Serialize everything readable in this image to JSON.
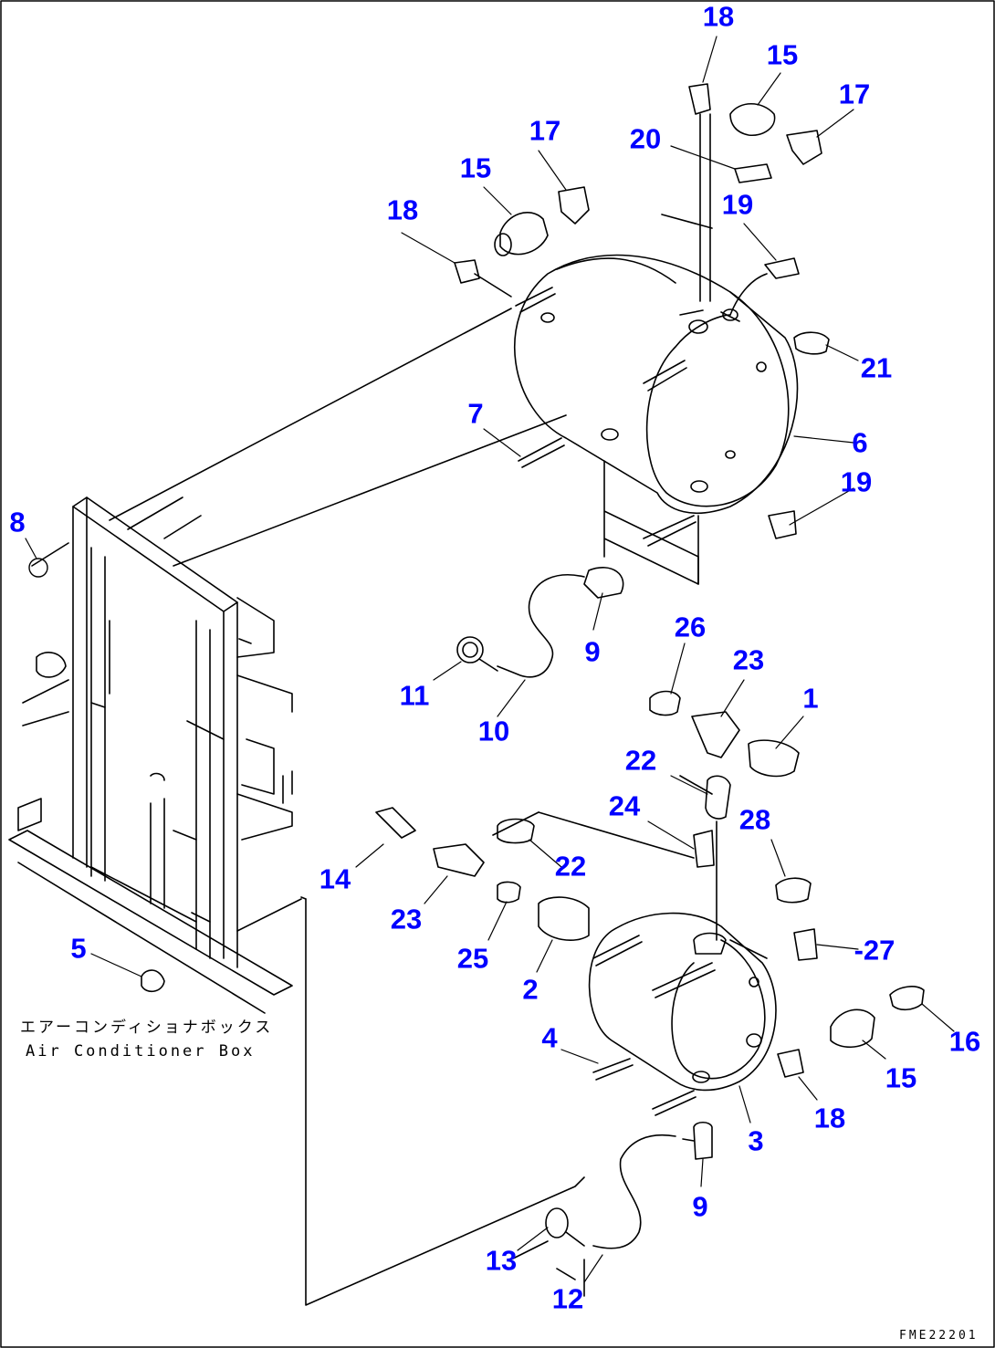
{
  "callouts": [
    {
      "id": "c18a",
      "label": "18"
    },
    {
      "id": "c15a",
      "label": "15"
    },
    {
      "id": "c17a",
      "label": "17"
    },
    {
      "id": "c17b",
      "label": "17"
    },
    {
      "id": "c20",
      "label": "20"
    },
    {
      "id": "c15b",
      "label": "15"
    },
    {
      "id": "c19a",
      "label": "19"
    },
    {
      "id": "c18b",
      "label": "18"
    },
    {
      "id": "c21",
      "label": "21"
    },
    {
      "id": "c7",
      "label": "7"
    },
    {
      "id": "c6",
      "label": "6"
    },
    {
      "id": "c19b",
      "label": "19"
    },
    {
      "id": "c8",
      "label": "8"
    },
    {
      "id": "c26",
      "label": "26"
    },
    {
      "id": "c23a",
      "label": "23"
    },
    {
      "id": "c9a",
      "label": "9"
    },
    {
      "id": "c1",
      "label": "1"
    },
    {
      "id": "c11",
      "label": "11"
    },
    {
      "id": "c10",
      "label": "10"
    },
    {
      "id": "c22a",
      "label": "22"
    },
    {
      "id": "c24",
      "label": "24"
    },
    {
      "id": "c28",
      "label": "28"
    },
    {
      "id": "c14",
      "label": "14"
    },
    {
      "id": "c22b",
      "label": "22"
    },
    {
      "id": "c23b",
      "label": "23"
    },
    {
      "id": "c27",
      "label": "-27"
    },
    {
      "id": "c5",
      "label": "5"
    },
    {
      "id": "c25",
      "label": "25"
    },
    {
      "id": "c2",
      "label": "2"
    },
    {
      "id": "c16",
      "label": "16"
    },
    {
      "id": "c4",
      "label": "4"
    },
    {
      "id": "c15c",
      "label": "15"
    },
    {
      "id": "c18c",
      "label": "18"
    },
    {
      "id": "c3",
      "label": "3"
    },
    {
      "id": "c9b",
      "label": "9"
    },
    {
      "id": "c13",
      "label": "13"
    },
    {
      "id": "c12",
      "label": "12"
    }
  ],
  "box_caption": {
    "japanese": "エアーコンディショナボックス",
    "english": "Air Conditioner Box"
  },
  "drawing_code": "FME22201",
  "colors": {
    "callout": "#0000ff",
    "line": "#000000",
    "background": "#ffffff"
  }
}
